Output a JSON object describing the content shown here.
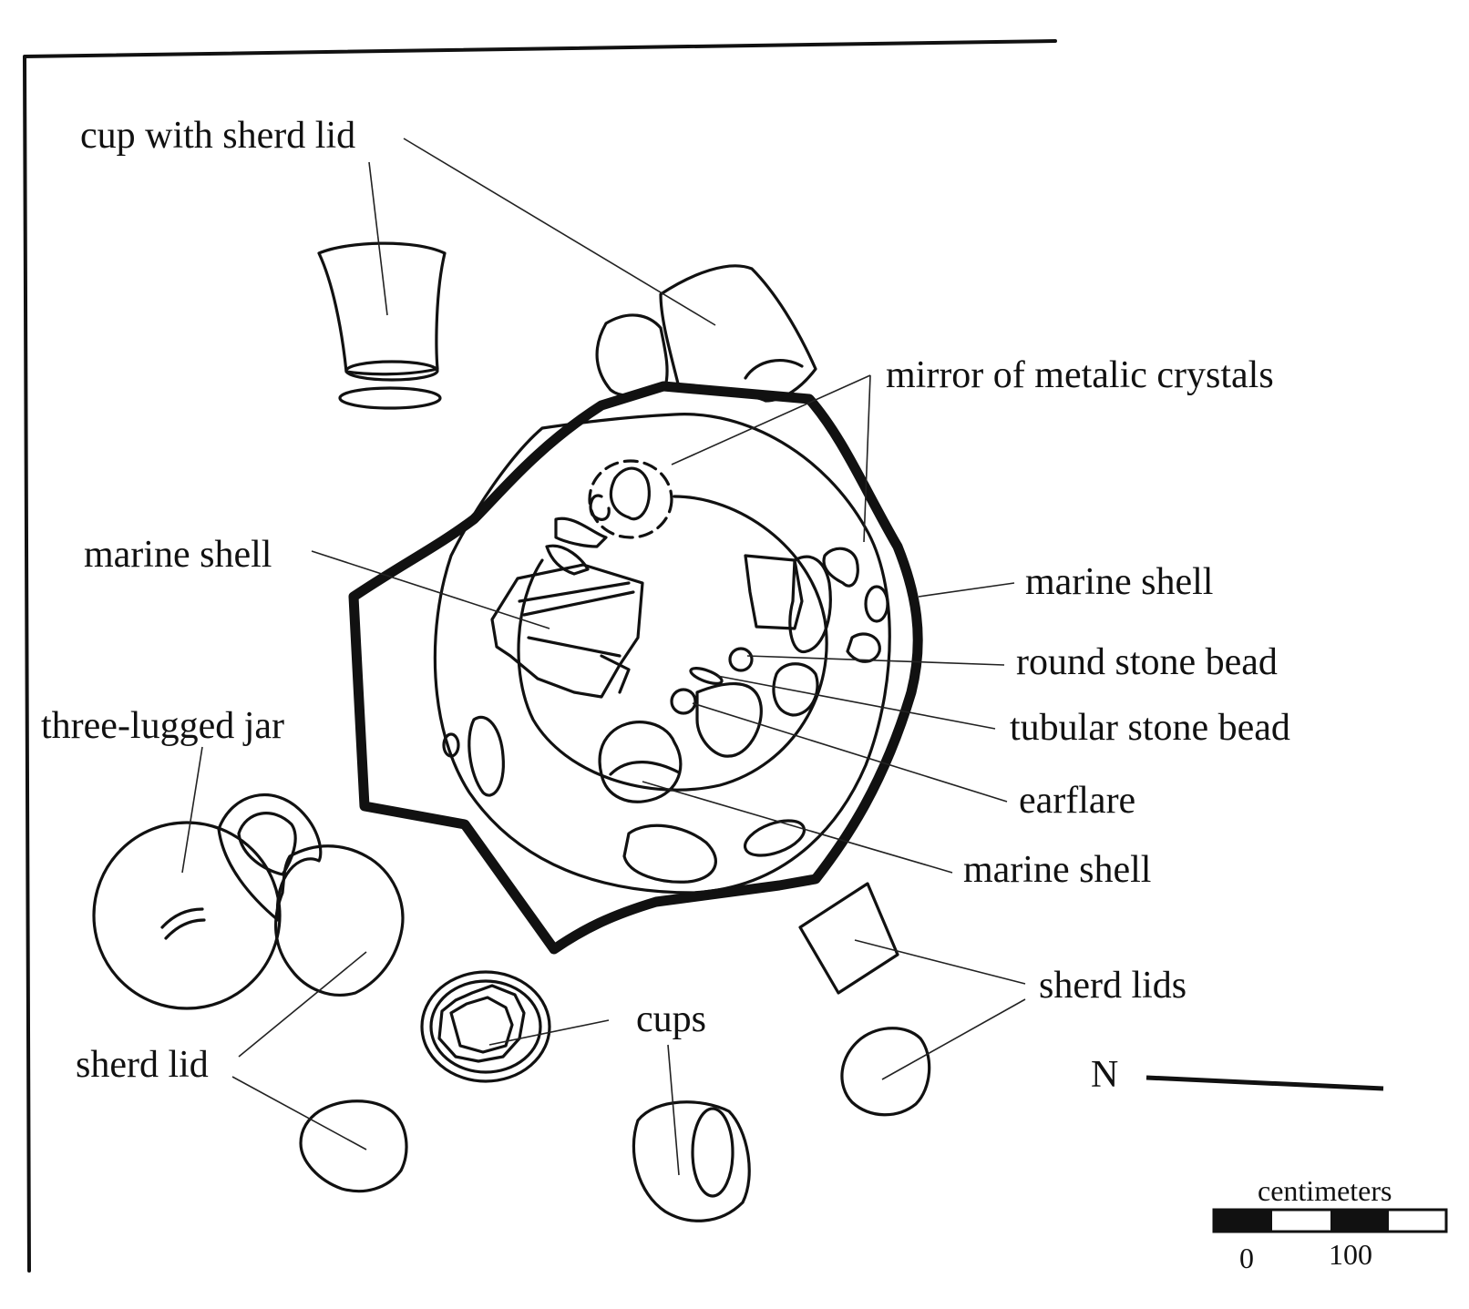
{
  "labels": {
    "cup_with_sherd_lid": "cup with sherd lid",
    "mirror": "mirror of metalic crystals",
    "marine_shell_left": "marine shell",
    "marine_shell_right": "marine shell",
    "round_stone_bead": "round stone bead",
    "tubular_stone_bead": "tubular stone bead",
    "earflare": "earflare",
    "marine_shell_bottom": "marine shell",
    "three_lugged_jar": "three-lugged jar",
    "sherd_lids": "sherd lids",
    "cups": "cups",
    "sherd_lid": "sherd lid"
  },
  "north_arrow": {
    "label": "N"
  },
  "scale_bar": {
    "unit_label": "centimeters",
    "tick_start": "0",
    "tick_end": "100"
  }
}
